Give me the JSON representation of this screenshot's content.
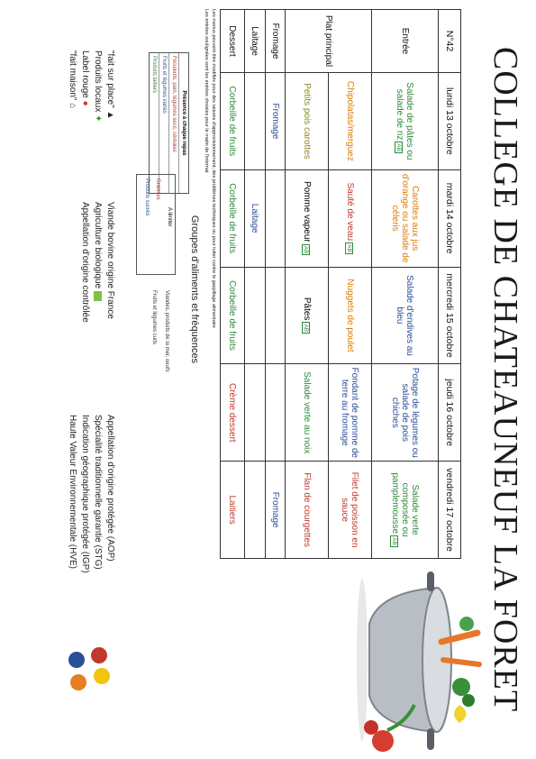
{
  "title": "COLLEGE DE CHATEAUNEUF LA FORET",
  "menu": {
    "corner": "N°42",
    "days": [
      "lundi 13 octobre",
      "mardi 14 octobre",
      "mercredi 15 octobre",
      "jeudi 16 octobre",
      "vendredi 17 octobre"
    ],
    "rows": [
      {
        "label": "Entrée",
        "cells": [
          "Salade de pâtes ou salade de riz",
          "Carottes aux jus d'orange ou salade de céleris",
          "Salade d'endives au bleu",
          "Potage de légumes ou salade de pois chiches",
          "Salade verte composée ou pamplemousse"
        ]
      },
      {
        "label": "Plat principal",
        "cells": [
          "Chipolatas/merguez",
          "Sauté de veau",
          "Nuggets de poulet",
          "Fondant de pomme de terre au fromage",
          "Filet de poisson en sauce"
        ]
      },
      {
        "label": "",
        "cells": [
          "Petits pois carottes",
          "Pomme vapeur",
          "Pâtes",
          "Salade verte au noix",
          "Flan de courgettes"
        ]
      },
      {
        "label": "Fromage",
        "cells": [
          "Fromage",
          "",
          "",
          "",
          "Fromage"
        ]
      },
      {
        "label": "Laitage",
        "cells": [
          "",
          "Laitage",
          "",
          "",
          ""
        ]
      },
      {
        "label": "Dessert",
        "cells": [
          "Corbeille de fruits",
          "Corbeille de fruits",
          "Corbeille de fruits",
          "Crème dessert",
          "Laitiers"
        ]
      }
    ],
    "badge": "AB"
  },
  "notes": {
    "line1": "Les menus peuvent être modifiés pour des raisons d'approvisionnement, des problèmes techniques ou pour lutter contre le gaspillage alimentaire",
    "line2": "Les entrées soulignées sont les entrées choisies pour le matin de l'internat"
  },
  "groups": {
    "title": "Groupes d'aliments et fréquences",
    "presence_header": "Présence à chaque repas",
    "presence_items": [
      "Féculents, pain, légumes secs, céréales",
      "Fruits et légumes variés",
      "Produits laitiers"
    ],
    "box_header": "A limiter",
    "box_items": [
      "Graisses",
      "Produits sucrés"
    ],
    "side1": "Viandes, produits de la mer, oeufs",
    "side2": "Fruits et légumes cuits"
  },
  "legend": {
    "col1": [
      "\"fait sur place\"",
      "Produits locaux",
      "Label rouge",
      "\"fait maison\""
    ],
    "col2": [
      "Viande bovine origine France",
      "Agriculture biologique",
      "Appellation d'origine contrôlée"
    ],
    "col3": [
      "Appellation d'origine protégée (AOP)",
      "Spécialité traditionnelle garantie (STG)",
      "Indication géographique protégée (IGP)",
      "Haute Valeur Environnementale (HVE)"
    ]
  }
}
